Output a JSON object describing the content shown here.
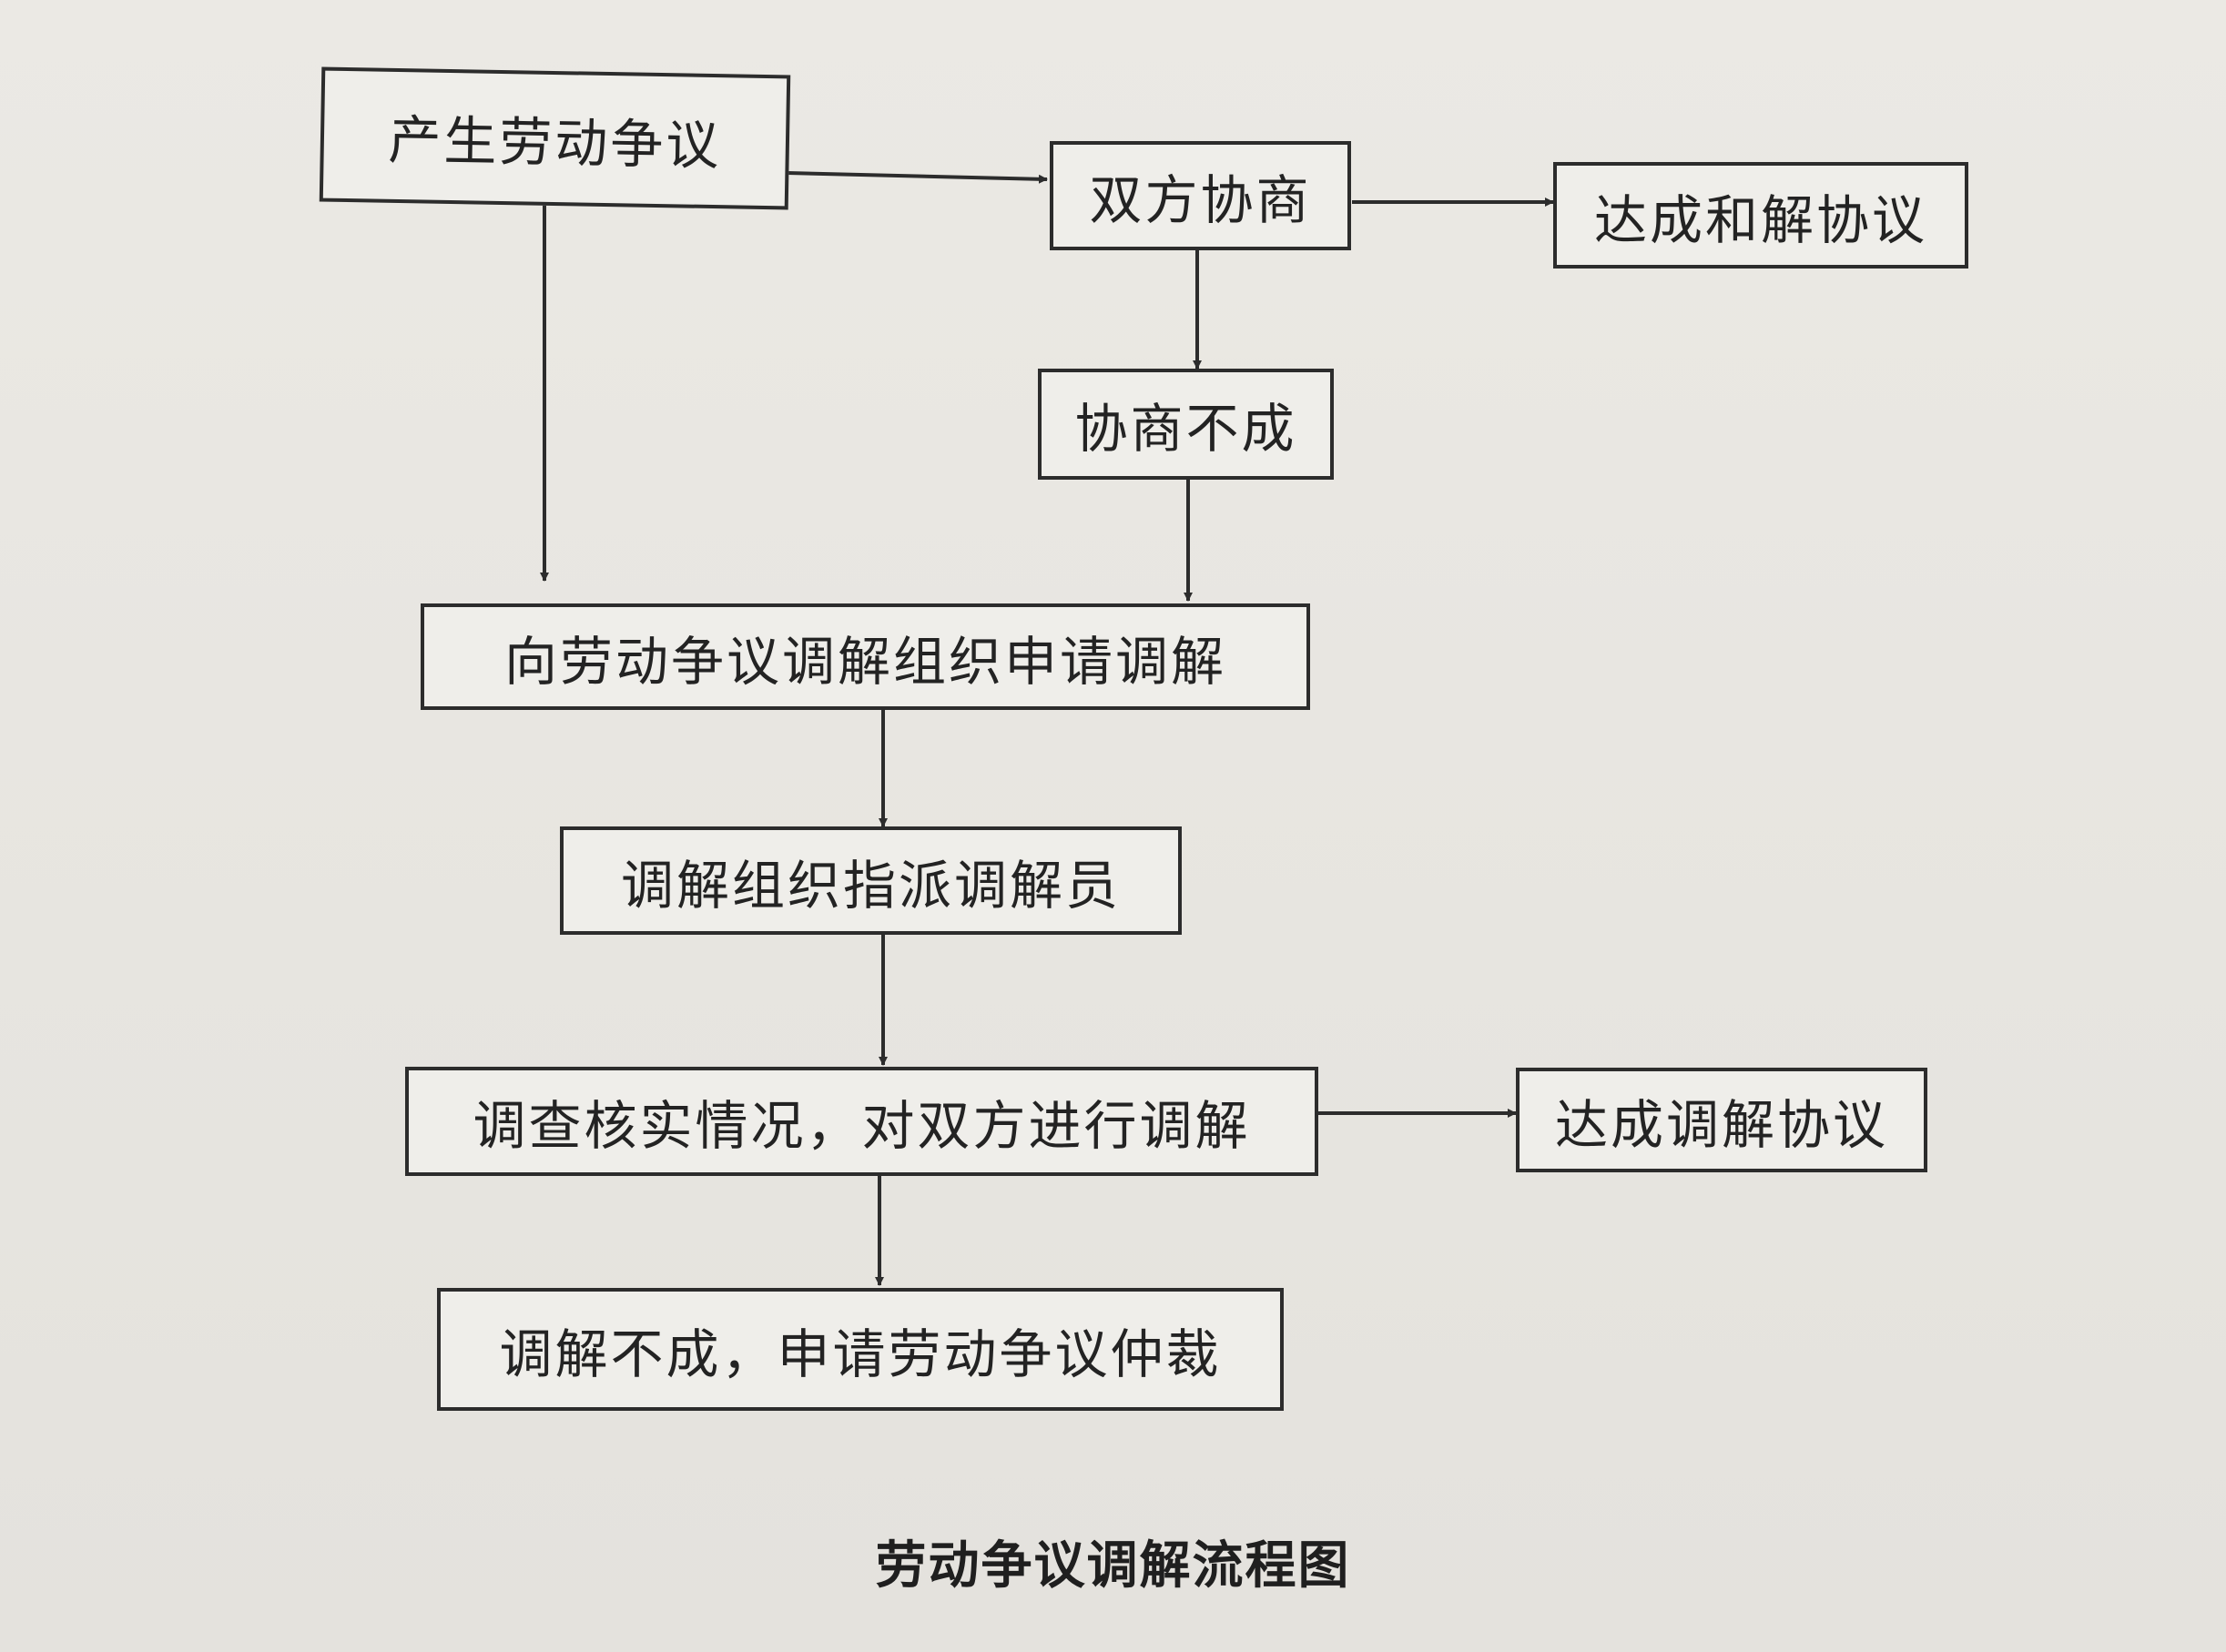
{
  "nodes": {
    "dispute": "产生劳动争议",
    "negotiate": "双方协商",
    "settlement": "达成和解协议",
    "negotiation_failed": "协商不成",
    "apply_mediation": "向劳动争议调解组织申请调解",
    "assign_mediator": "调解组织指派调解员",
    "investigate": "调查核实情况，对双方进行调解",
    "mediation_agreement": "达成调解协议",
    "mediation_failed": "调解不成，申请劳动争议仲裁"
  },
  "caption": "劳动争议调解流程图",
  "colors": {
    "line": "#2c2c2c",
    "paper": "#e7e5e0",
    "box_fill": "#efeeea"
  }
}
